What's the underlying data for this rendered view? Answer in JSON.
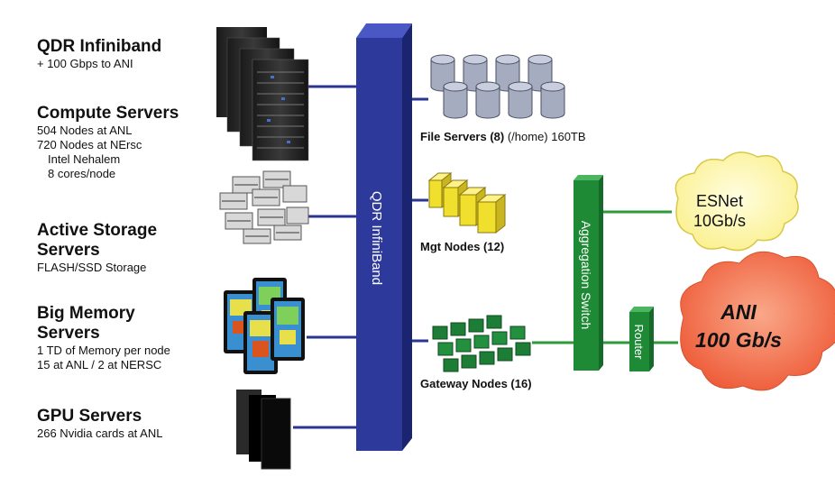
{
  "left_groups": [
    {
      "heading": [
        "QDR Infiniband"
      ],
      "details": [
        "+ 100 Gbps to ANI"
      ]
    },
    {
      "heading": [
        "Compute Servers"
      ],
      "details": [
        "504 Nodes at ANL",
        "720 Nodes at NErsc",
        "Intel Nehalem",
        "8 cores/node"
      ]
    },
    {
      "heading": [
        "Active Storage",
        "Servers"
      ],
      "details": [
        "FLASH/SSD Storage"
      ]
    },
    {
      "heading": [
        "Big Memory",
        "Servers"
      ],
      "details": [
        "1 TD of Memory per node",
        "15 at ANL / 2 at NERSC"
      ]
    },
    {
      "heading": [
        "GPU Servers"
      ],
      "details": [
        "266 Nvidia cards at ANL"
      ]
    }
  ],
  "backbone_label": "QDR InfiniBand",
  "file_servers": {
    "name": "File Servers (8)",
    "detail": "(/home) 160TB"
  },
  "mgt_nodes": {
    "name": "Mgt Nodes (12)"
  },
  "gateway_nodes": {
    "name": "Gateway Nodes (16)"
  },
  "aggregation_switch": "Aggregation Switch",
  "router": "Router",
  "esnet": {
    "line1": "ESNet",
    "line2": "10Gb/s"
  },
  "ani": {
    "line1": "ANI",
    "line2": "100 Gb/s"
  },
  "colors": {
    "backbone": "#2d3a9c",
    "link_blue": "#2a3590",
    "link_green": "#2e9a3a",
    "switch": "#1f8a35",
    "file_server": "#a6acc0",
    "mgt_node": "#f1df2e",
    "gateway": "#1d7c35",
    "esnet_cloud": "#fdf6a8",
    "ani_cloud": "#f26c4a"
  }
}
